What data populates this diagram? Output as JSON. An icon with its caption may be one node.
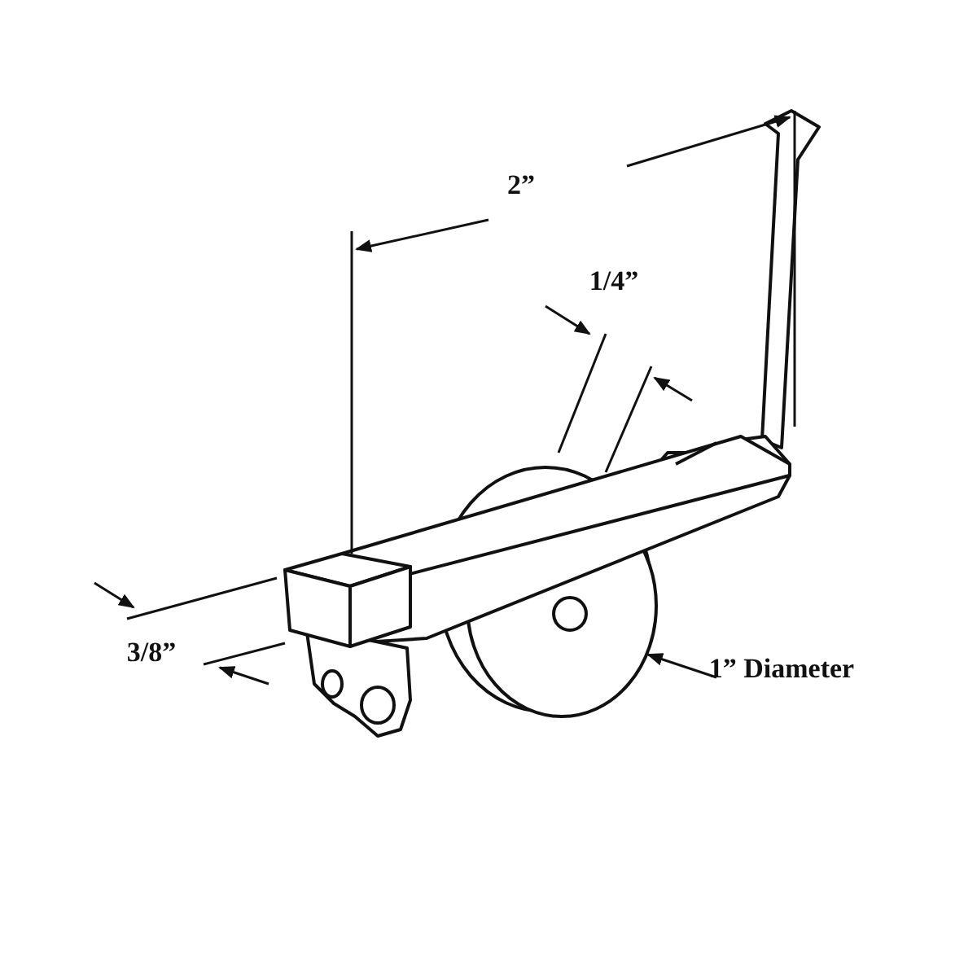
{
  "diagram": {
    "labels": [
      "2”",
      "1/4”",
      "3/8”",
      "1” Diameter"
    ]
  }
}
